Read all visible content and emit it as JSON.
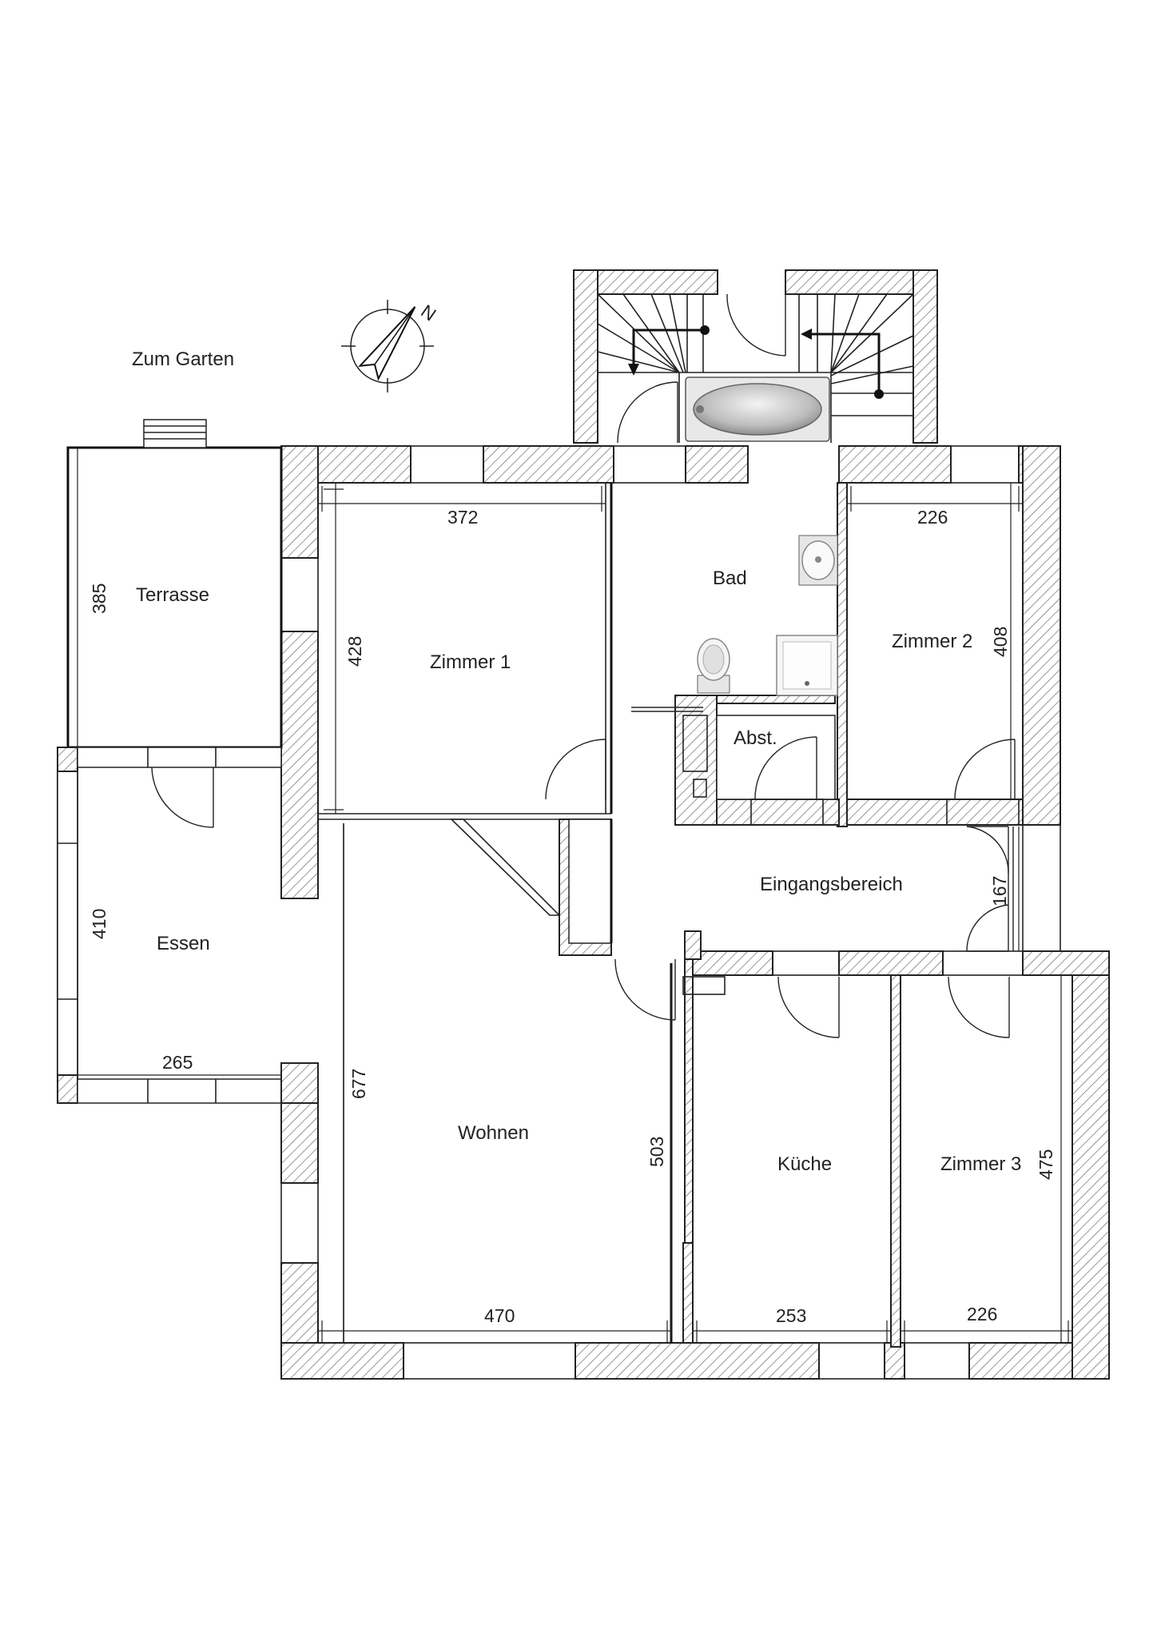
{
  "notes": {
    "garden": "Zum Garten"
  },
  "rooms": {
    "terrasse": "Terrasse",
    "zimmer1": "Zimmer 1",
    "bad": "Bad",
    "zimmer2": "Zimmer 2",
    "abst": "Abst.",
    "eingang": "Eingangsbereich",
    "essen": "Essen",
    "wohnen": "Wohnen",
    "kueche": "Küche",
    "zimmer3": "Zimmer 3"
  },
  "dimensions": {
    "terrasse_h": "385",
    "zimmer1_w": "372",
    "zimmer1_h": "428",
    "zimmer2_w": "226",
    "zimmer2_h": "408",
    "eingang_h": "167",
    "essen_h": "410",
    "essen_w": "265",
    "wohnen_h": "677",
    "wohnen_w": "470",
    "kueche_h": "503",
    "kueche_w": "253",
    "zimmer3_w": "226",
    "zimmer3_h": "475"
  },
  "compass": {
    "north": "N"
  }
}
